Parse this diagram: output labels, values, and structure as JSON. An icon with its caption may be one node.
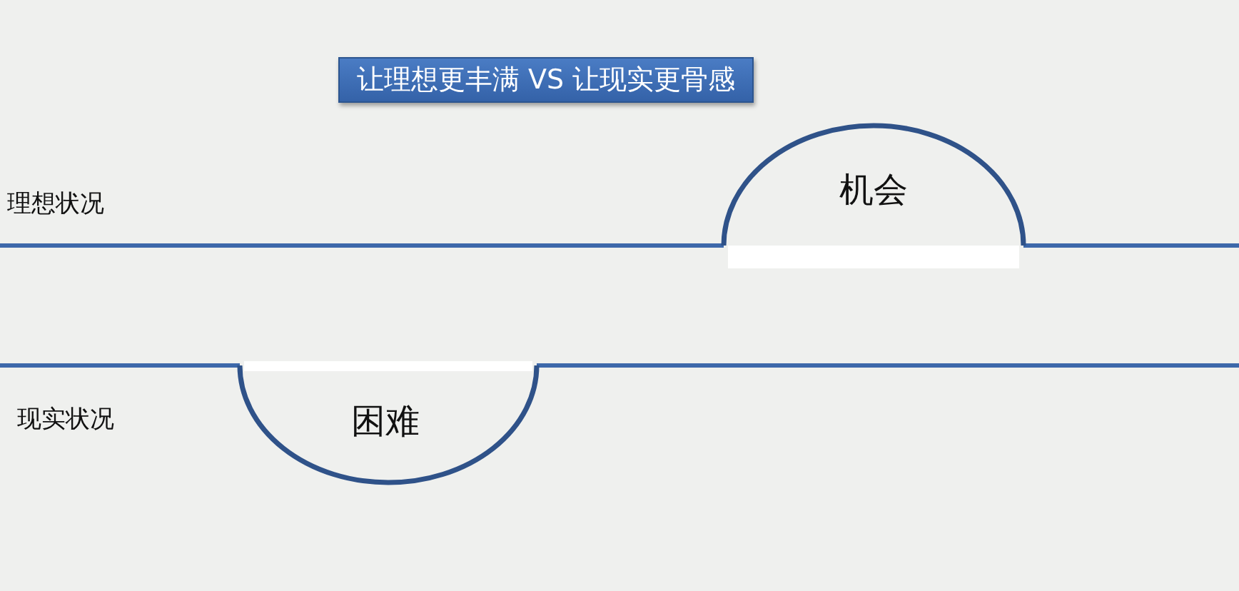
{
  "diagram": {
    "title": "让理想更丰满 VS 让现实更骨感",
    "nodes": [
      {
        "text": [
          "机会"
        ]
      },
      {
        "text": [
          "困难"
        ]
      }
    ],
    "labels": [
      "理想状况",
      "现实状况"
    ]
  }
}
